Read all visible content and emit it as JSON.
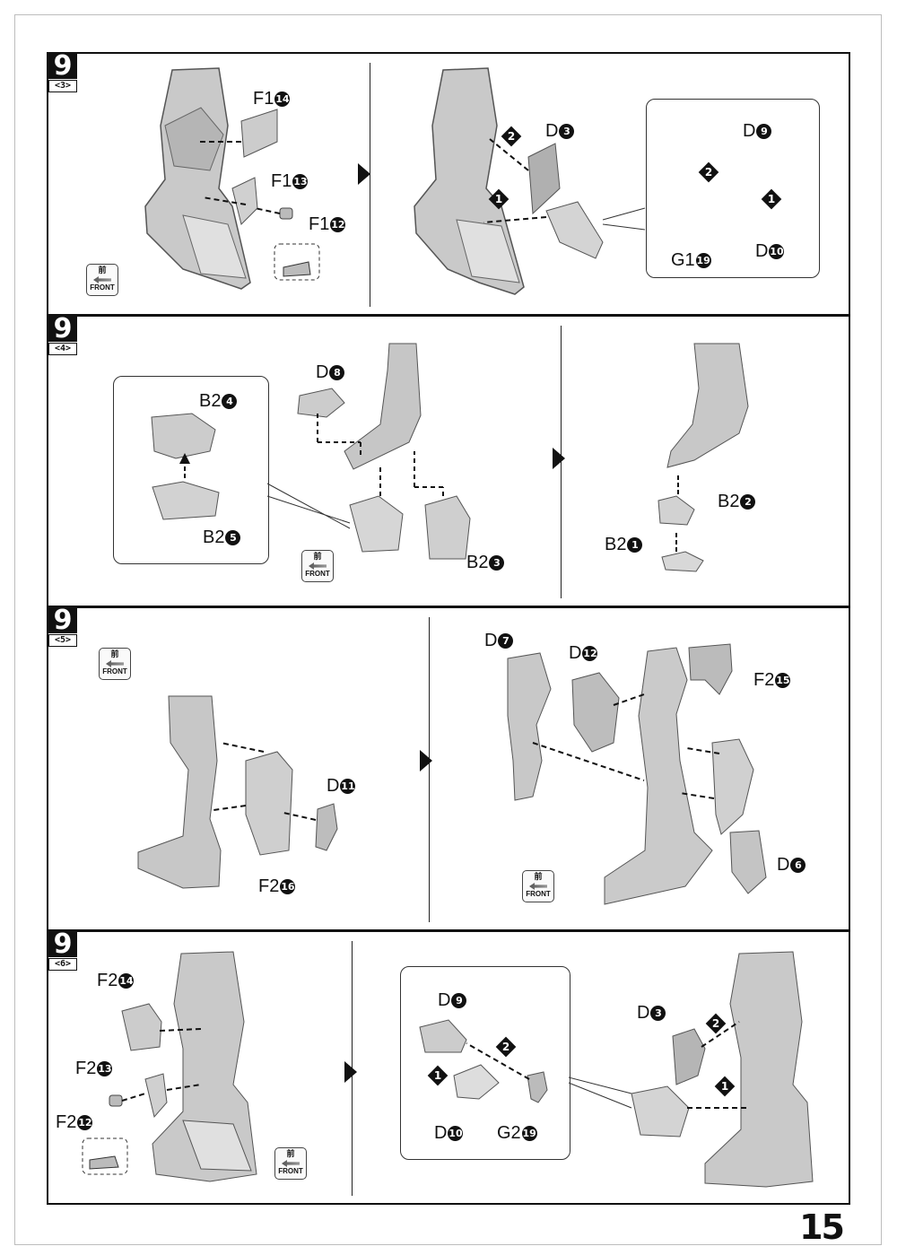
{
  "page_number": "15",
  "steps": [
    {
      "step": "9",
      "sub": "<3>",
      "labels": [
        "F1",
        "F1",
        "F1",
        "D",
        "D",
        "D",
        "G1"
      ],
      "circled": [
        "14",
        "13",
        "12",
        "3",
        "9",
        "10",
        "19"
      ],
      "order_marks": [
        "2",
        "1",
        "2",
        "1"
      ],
      "front_kanji": "前",
      "front_word": "FRONT"
    },
    {
      "step": "9",
      "sub": "<4>",
      "labels": [
        "D",
        "B2",
        "B2",
        "B2",
        "B2",
        "B2"
      ],
      "circled": [
        "8",
        "4",
        "5",
        "3",
        "2",
        "1"
      ],
      "front_kanji": "前",
      "front_word": "FRONT"
    },
    {
      "step": "9",
      "sub": "<5>",
      "labels": [
        "D",
        "F2",
        "D",
        "D",
        "F2",
        "D"
      ],
      "circled": [
        "11",
        "16",
        "7",
        "12",
        "15",
        "6"
      ],
      "front_kanji": "前",
      "front_word": "FRONT"
    },
    {
      "step": "9",
      "sub": "<6>",
      "labels": [
        "F2",
        "F2",
        "F2",
        "D",
        "D",
        "G2",
        "D"
      ],
      "circled": [
        "14",
        "13",
        "12",
        "9",
        "10",
        "19",
        "3"
      ],
      "order_marks": [
        "2",
        "1",
        "2",
        "1"
      ],
      "front_kanji": "前",
      "front_word": "FRONT"
    }
  ]
}
